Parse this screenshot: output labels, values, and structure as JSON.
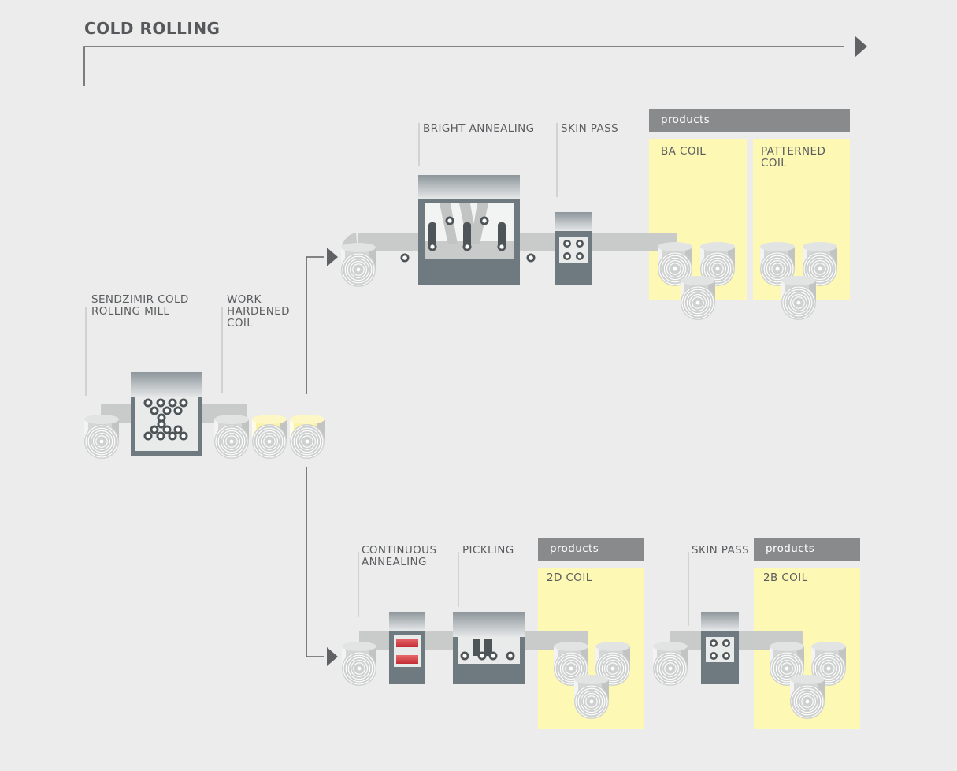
{
  "title": "COLD ROLLING",
  "colors": {
    "background": "#ebeceb",
    "line": "#5f6163",
    "products_header": "#898a8b",
    "products_panel": "#fdf8b3",
    "machine_body": "#6f7a80",
    "strip": "#c9cbcb",
    "furnace_heat": "#d9444a"
  },
  "stages": {
    "sendzimir": "SENDZIMIR COLD\nROLLING MILL",
    "work_hardened": "WORK\nHARDENED\nCOIL",
    "bright_annealing": "BRIGHT ANNEALING",
    "skin_pass_top": "SKIN PASS",
    "continuous_annealing": "CONTINUOUS\nANNEALING",
    "pickling": "PICKLING",
    "skin_pass_bottom": "SKIN PASS"
  },
  "product_groups": {
    "top": {
      "header": "products",
      "items": [
        "BA COIL",
        "PATTERNED\nCOIL"
      ]
    },
    "bottom_mid": {
      "header": "products",
      "items": [
        "2D COIL"
      ]
    },
    "bottom_right": {
      "header": "products",
      "items": [
        "2B COIL"
      ]
    }
  }
}
